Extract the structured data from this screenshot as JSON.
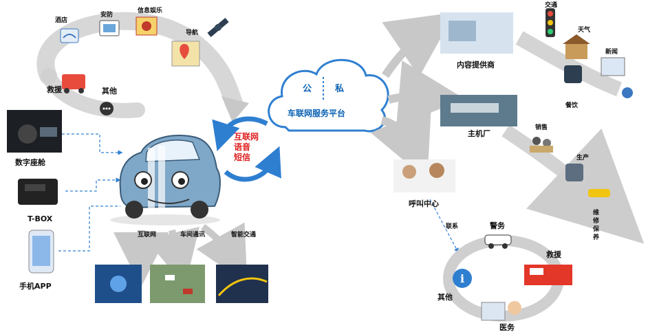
{
  "cloud": {
    "public": "公",
    "private": "私",
    "title": "车联网服务平台"
  },
  "center_arrow": {
    "line1": "互联网",
    "line2": "语音",
    "line3": "短信"
  },
  "top_arc": {
    "items": [
      "酒店",
      "安防",
      "信息娱乐",
      "导航",
      "救援",
      "其他"
    ]
  },
  "devices": [
    {
      "label": "数字座舱"
    },
    {
      "label": "T-BOX"
    },
    {
      "label": "手机APP"
    }
  ],
  "bottom_branches": [
    "互联网",
    "车间通讯",
    "智能交通"
  ],
  "right_top": {
    "provider": "内容提供商",
    "services": [
      "交通",
      "天气",
      "新闻",
      "餐饮"
    ]
  },
  "oem": {
    "label": "主机厂",
    "chain": [
      "销售",
      "生产",
      "维修保养"
    ]
  },
  "call_center": {
    "label": "呼叫中心",
    "link": "联系",
    "circle": [
      "警务",
      "救援",
      "医务",
      "其他"
    ]
  },
  "colors": {
    "arrow": "#c8c8c8",
    "blue": "#2f7fd1",
    "red": "#e02020",
    "cloud": "#0a62b3"
  }
}
